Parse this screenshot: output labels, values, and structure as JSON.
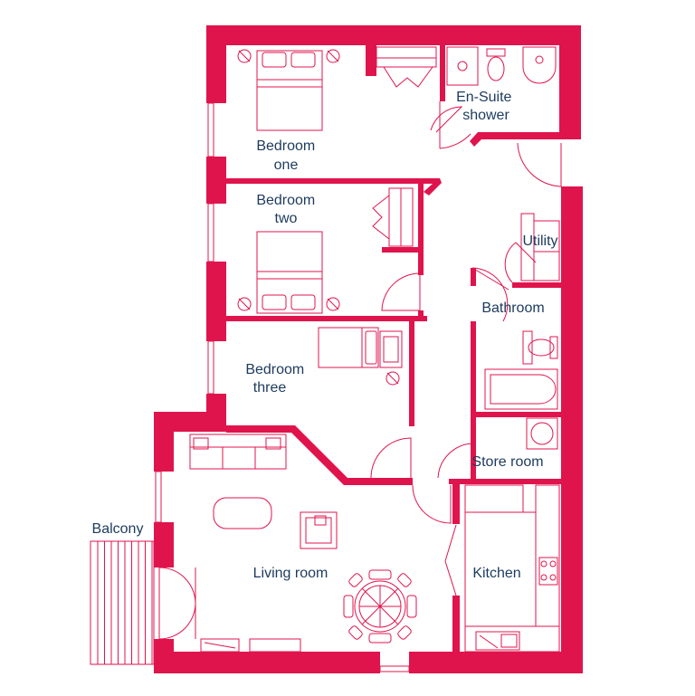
{
  "rooms": {
    "bedroom_one": [
      "Bedroom",
      "one"
    ],
    "ensuite": [
      "En-Suite",
      "shower"
    ],
    "bedroom_two": [
      "Bedroom",
      "two"
    ],
    "utility": "Utility",
    "bathroom": "Bathroom",
    "bedroom_three": [
      "Bedroom",
      "three"
    ],
    "store_room": "Store room",
    "balcony": "Balcony",
    "living_room": "Living room",
    "kitchen": "Kitchen"
  },
  "colors": {
    "wall": "#e0144c",
    "label": "#1c3a5e",
    "background": "#ffffff"
  }
}
